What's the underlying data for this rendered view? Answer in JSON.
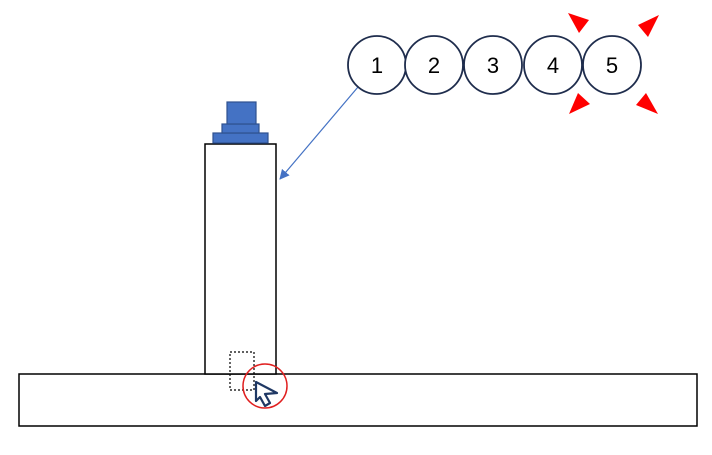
{
  "steps": [
    {
      "label": "1",
      "highlighted": false
    },
    {
      "label": "2",
      "highlighted": false
    },
    {
      "label": "3",
      "highlighted": false
    },
    {
      "label": "4",
      "highlighted": false
    },
    {
      "label": "5",
      "highlighted": true
    }
  ],
  "colors": {
    "circle_stroke": "#1f2d4d",
    "outline": "#000000",
    "cap_fill": "#4472c4",
    "cap_stroke": "#2f528f",
    "arrow": "#4472c4",
    "burst": "#ff0000",
    "target_ring": "#e02020",
    "cursor": "#1f3864"
  },
  "icons": {
    "cursor": "arrow-cursor-icon",
    "burst": "highlight-burst-icon"
  }
}
